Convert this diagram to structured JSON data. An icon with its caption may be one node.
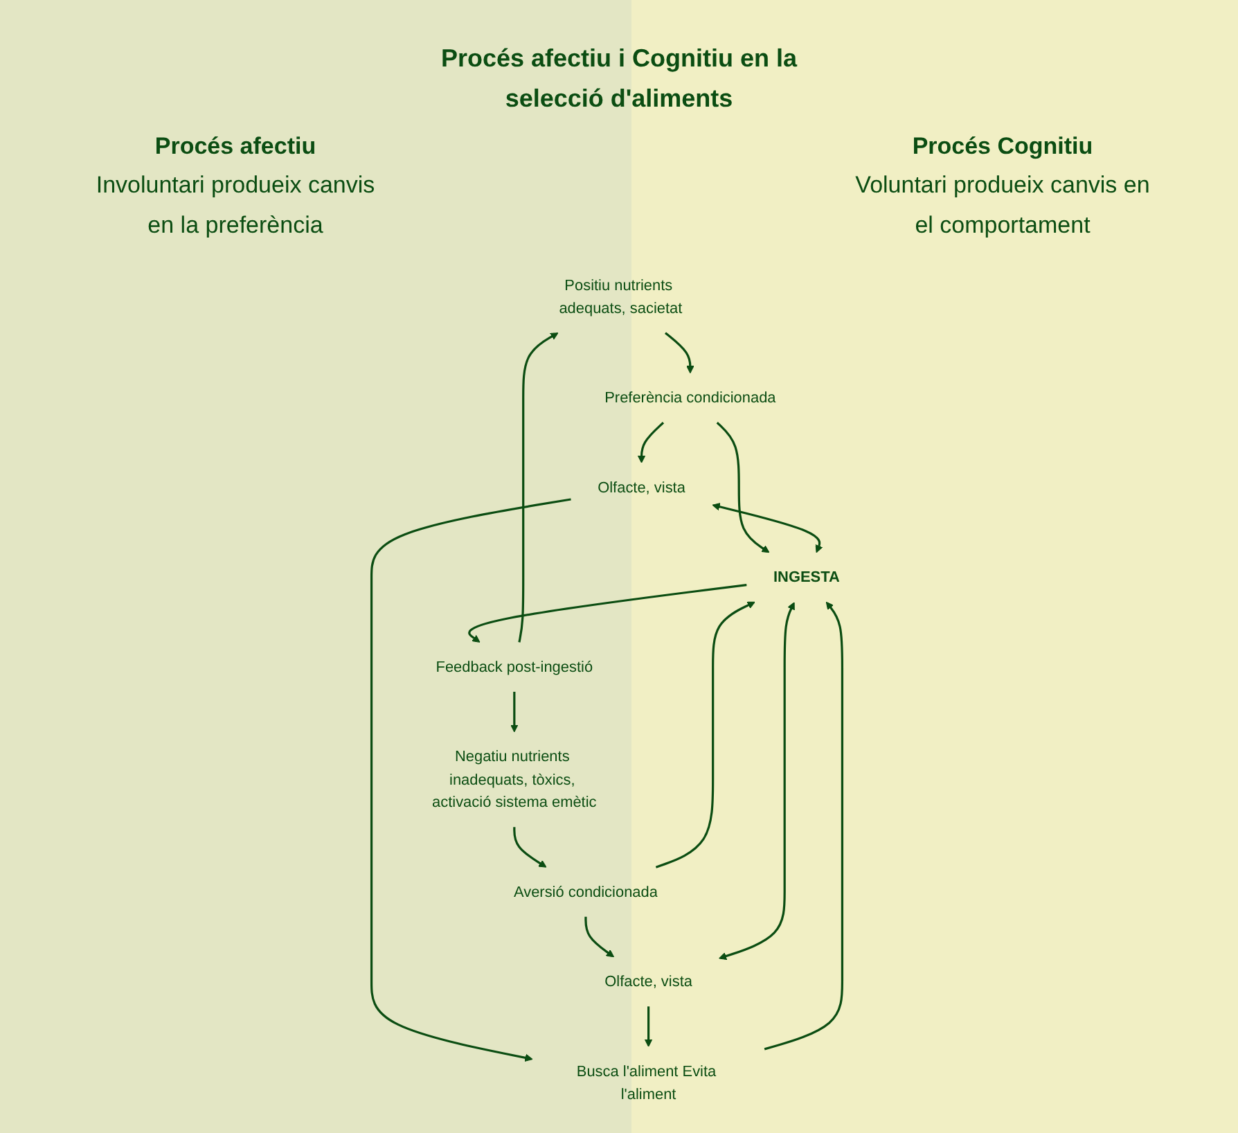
{
  "diagram": {
    "title": "Procés afectiu i Cognitiu en la selecció d'aliments",
    "nodes": [
      {
        "text": [
          "Positiu nutrients adequats, sacietat"
        ]
      },
      {
        "text": [
          "Preferència condicionada"
        ]
      },
      {
        "text": [
          "Olfacte, vista"
        ]
      },
      {
        "text": [
          "Feedback post-ingestió"
        ]
      },
      {
        "text": [
          "INGESTA"
        ]
      },
      {
        "text": [
          "Busca l'aliment Evita l'aliment"
        ]
      },
      {
        "text": [
          "Negatiu nutrients inadequats, tòxics, activació sistema emètic"
        ]
      },
      {
        "text": [
          "Aversió condicionada"
        ]
      },
      {
        "text": [
          "Olfacte, vista"
        ]
      }
    ],
    "edges": [
      {
        "from": 0,
        "to": 1,
        "arrow": "to"
      },
      {
        "from": 1,
        "to": 2,
        "arrow": "to"
      },
      {
        "from": 1,
        "to": 4,
        "arrow": "to"
      },
      {
        "from": 2,
        "to": 4,
        "arrow": "both"
      },
      {
        "from": 2,
        "to": 5,
        "arrow": "to"
      },
      {
        "from": 5,
        "to": 4,
        "arrow": "to"
      },
      {
        "from": 4,
        "to": 3,
        "arrow": "to"
      },
      {
        "from": 3,
        "to": 0,
        "arrow": "to"
      },
      {
        "from": 3,
        "to": 6,
        "arrow": "to"
      },
      {
        "from": 6,
        "to": 7,
        "arrow": "to"
      },
      {
        "from": 7,
        "to": 4,
        "arrow": "to"
      },
      {
        "from": 7,
        "to": 8,
        "arrow": "to"
      },
      {
        "from": 8,
        "to": 5,
        "arrow": "to"
      },
      {
        "from": 4,
        "to": 8,
        "arrow": "both"
      }
    ],
    "labels": [
      "Procés afectiu",
      "Involuntari produeix canvis en la preferència",
      "Procés Cognitiu",
      "Voluntari produeix canvis en el comportament"
    ]
  }
}
